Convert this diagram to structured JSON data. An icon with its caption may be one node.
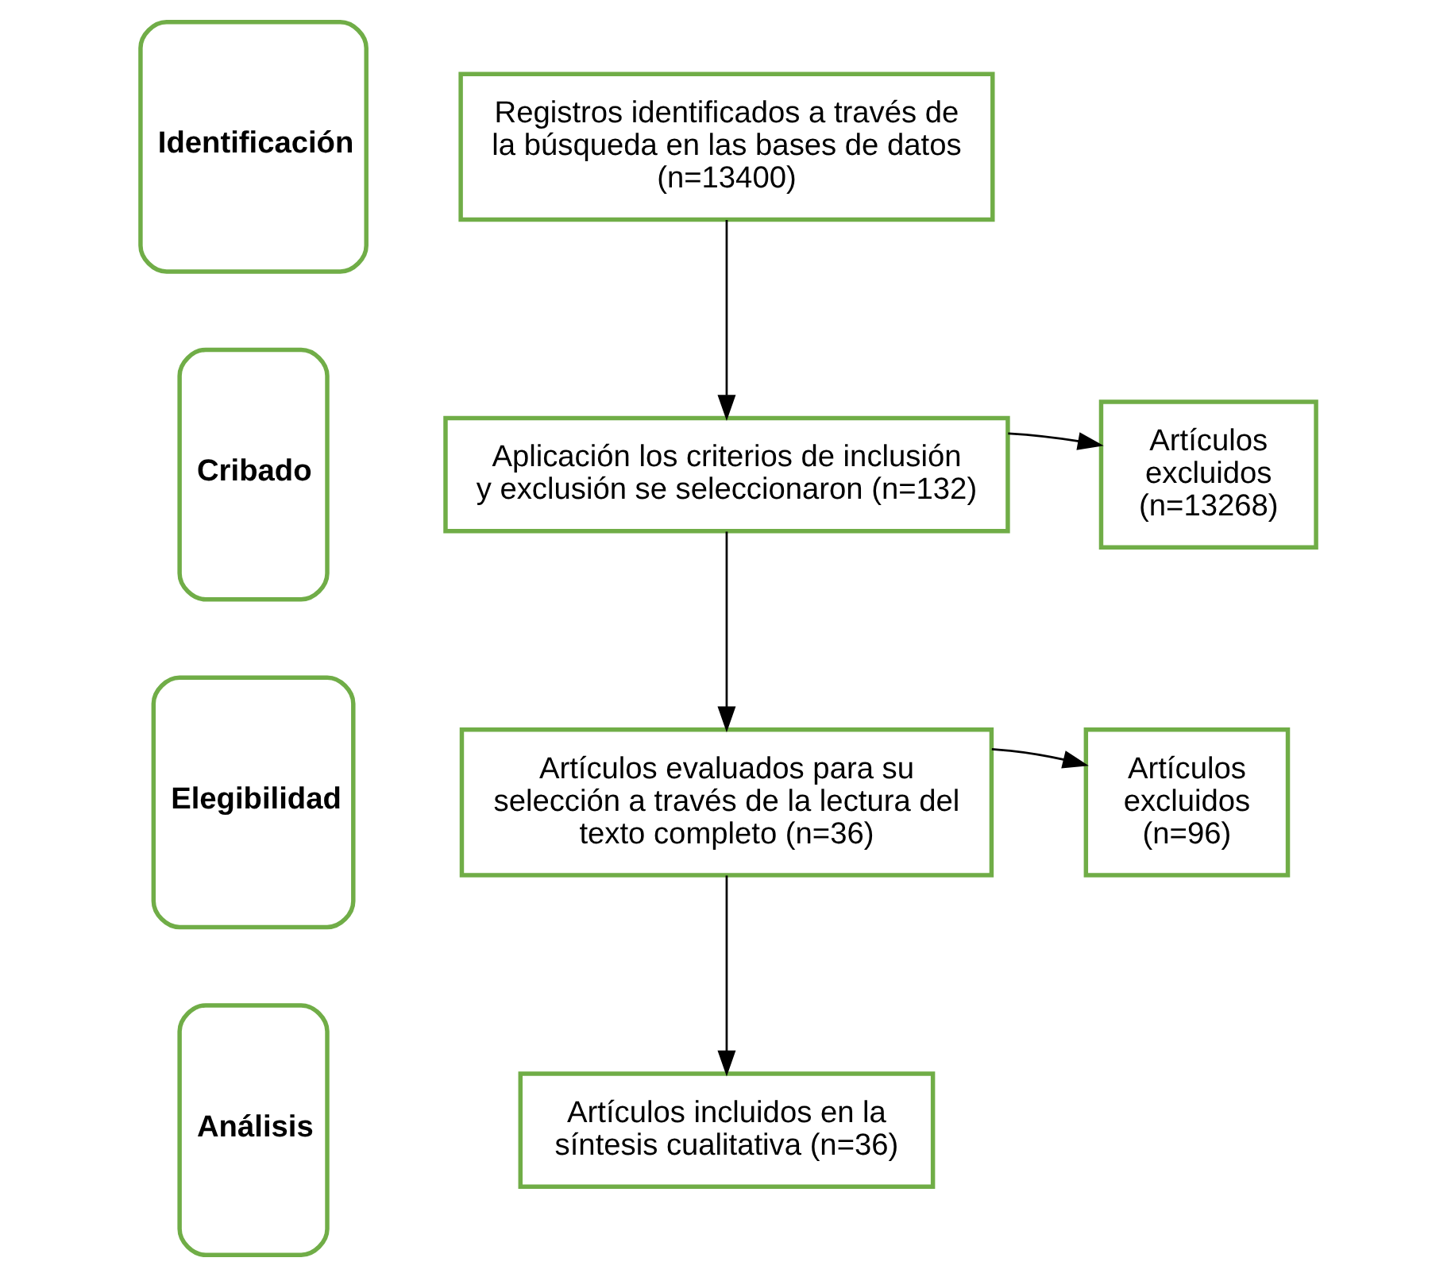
{
  "diagram": {
    "nodes": [
      {
        "text": [
          "Identificación"
        ]
      },
      {
        "text": [
          "Registros identificados a través de la búsqueda en las bases de datos (n=13400)"
        ]
      },
      {
        "text": [
          "Cribado"
        ]
      },
      {
        "text": [
          "Aplicación los criterios de inclusión y exclusión se seleccionaron (n=132)"
        ]
      },
      {
        "text": [
          "Artículos excluidos (n=13268)"
        ]
      },
      {
        "text": [
          "Elegibilidad"
        ]
      },
      {
        "text": [
          "Artículos evaluados para su selección a través de la lectura del texto completo (n=36)"
        ]
      },
      {
        "text": [
          "Artículos excluidos (n=96)"
        ]
      },
      {
        "text": [
          "Análisis"
        ]
      },
      {
        "text": [
          "Artículos incluidos en la síntesis cualitativa (n=36)"
        ]
      }
    ],
    "edges": [
      {
        "from": 1,
        "to": 3,
        "arrow": "to"
      },
      {
        "from": 3,
        "to": 4,
        "arrow": "to"
      },
      {
        "from": 3,
        "to": 6,
        "arrow": "to"
      },
      {
        "from": 6,
        "to": 7,
        "arrow": "to"
      },
      {
        "from": 6,
        "to": 9,
        "arrow": "to"
      }
    ]
  }
}
